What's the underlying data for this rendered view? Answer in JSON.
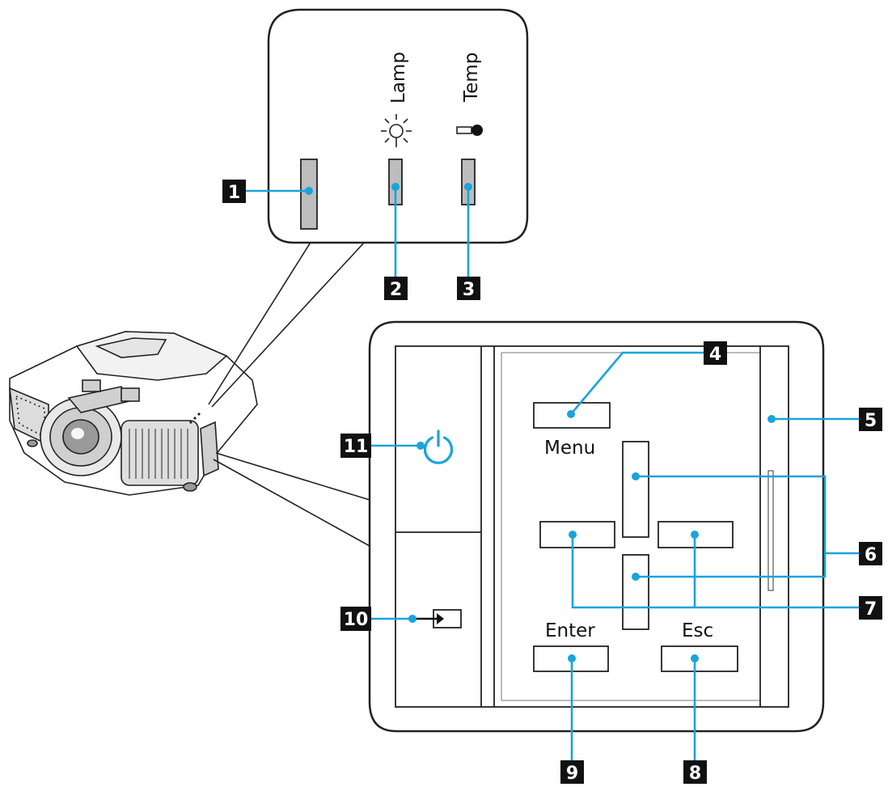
{
  "indicators": {
    "lamp_label": "Lamp",
    "temp_label": "Temp"
  },
  "buttons": {
    "menu_label": "Menu",
    "enter_label": "Enter",
    "esc_label": "Esc"
  },
  "callouts": [
    "1",
    "2",
    "3",
    "4",
    "5",
    "6",
    "7",
    "8",
    "9",
    "10",
    "11"
  ],
  "colors": {
    "leader": "#1aa3dc",
    "callout_bg": "#111111"
  },
  "icons": [
    "lamp-icon",
    "temp-icon",
    "power-icon",
    "source-icon"
  ]
}
